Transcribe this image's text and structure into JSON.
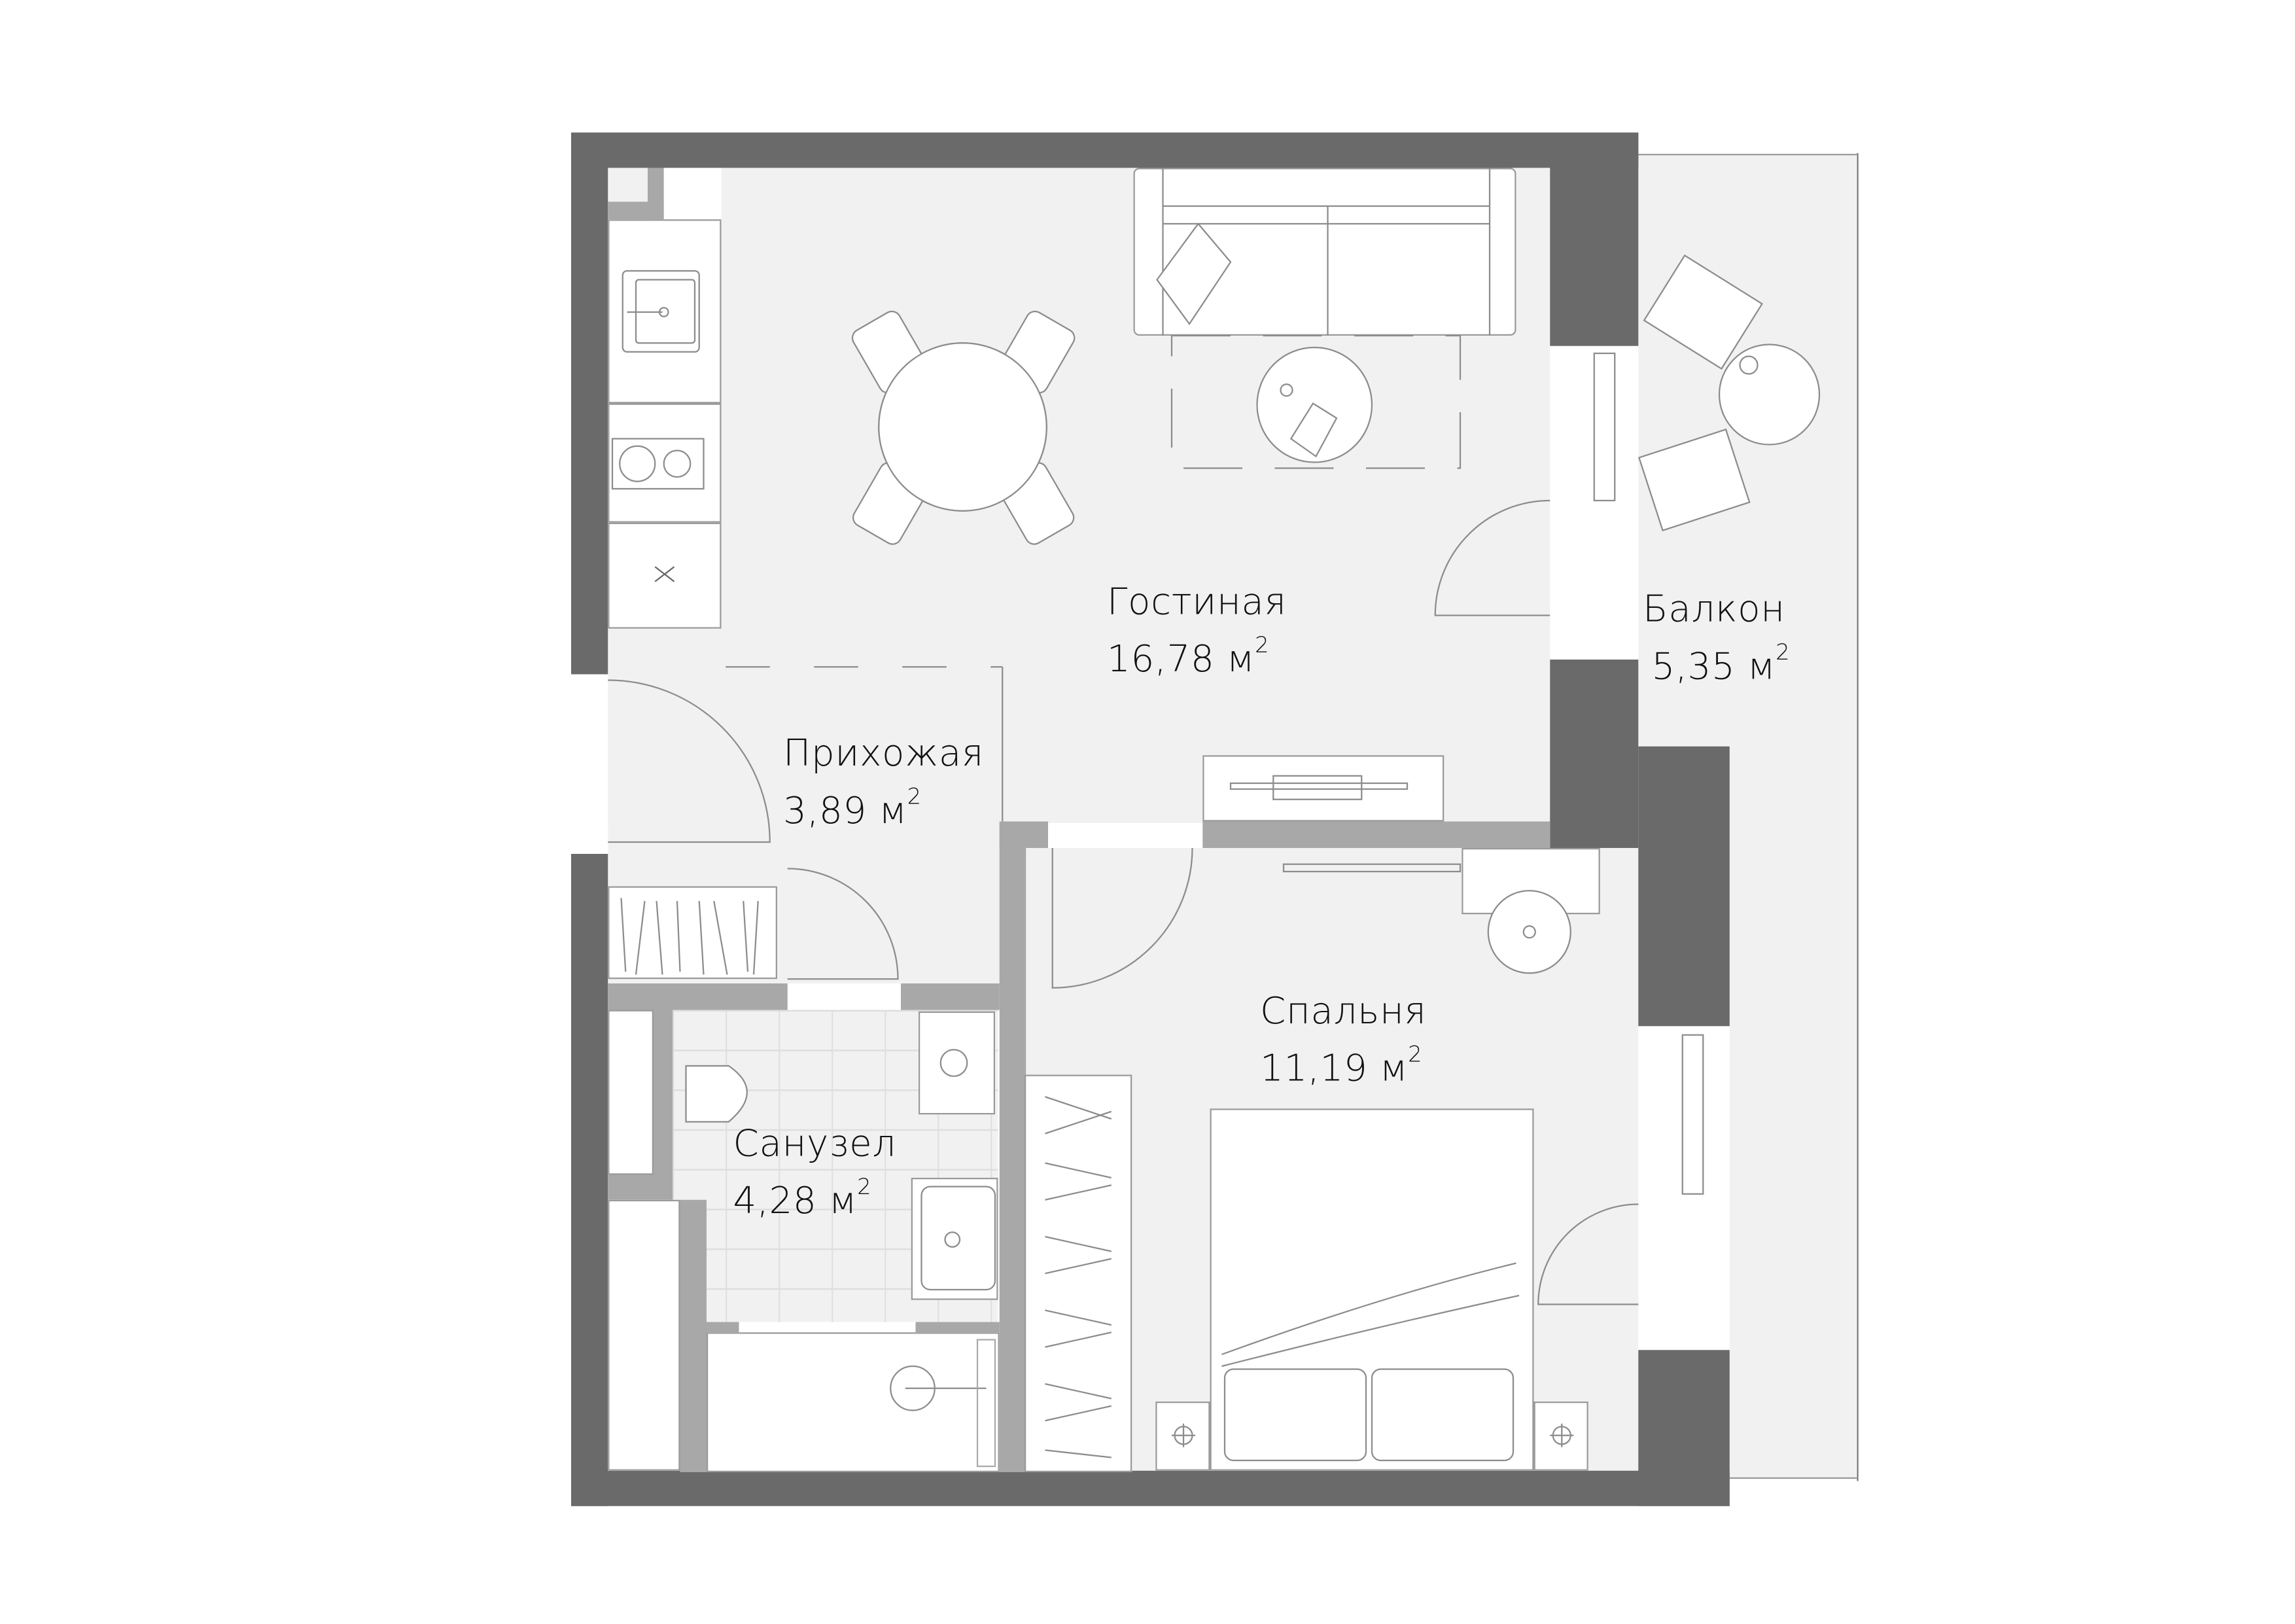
{
  "plan": {
    "colors": {
      "exterior_wall": "#6a6a6a",
      "interior_wall": "#a8a8a8",
      "floor": "#f1f1f1",
      "furniture": "#ffffff",
      "line": "#9a9a9a",
      "text": "#111111"
    },
    "rooms": [
      {
        "id": "living",
        "name": "Гостиная",
        "area": "16,78",
        "unit": "м",
        "exp": "2"
      },
      {
        "id": "balcony",
        "name": "Балкон",
        "area": "5,35",
        "unit": "м",
        "exp": "2"
      },
      {
        "id": "hallway",
        "name": "Прихожая",
        "area": "3,89",
        "unit": "м",
        "exp": "2"
      },
      {
        "id": "bedroom",
        "name": "Спальня",
        "area": "11,19",
        "unit": "м",
        "exp": "2"
      },
      {
        "id": "bathroom",
        "name": "Санузел",
        "area": "4,28",
        "unit": "м",
        "exp": "2"
      }
    ]
  }
}
